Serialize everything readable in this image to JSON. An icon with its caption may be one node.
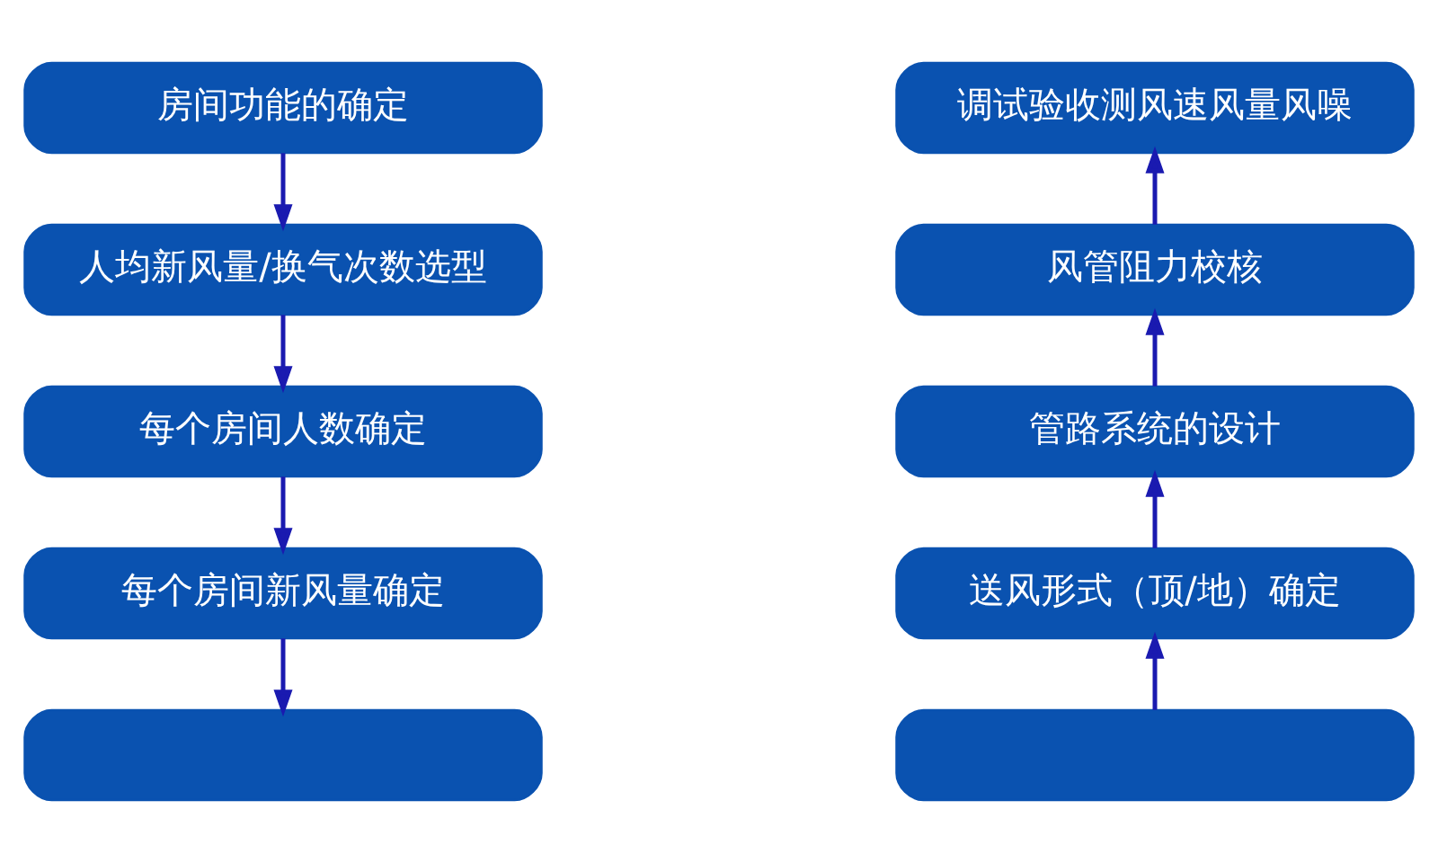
{
  "diagram": {
    "nodes": [
      {
        "text": [
          "房间功能的确定"
        ]
      },
      {
        "text": [
          "人均新风量/换气次数选型"
        ]
      },
      {
        "text": [
          "每个房间人数确定"
        ]
      },
      {
        "text": [
          "每个房间新风量确定"
        ]
      },
      {
        "text": [],
        "shape": "box"
      },
      {
        "text": [
          "调试验收测风速风量风噪"
        ]
      },
      {
        "text": [
          "风管阻力校核"
        ]
      },
      {
        "text": [
          "管路系统的设计"
        ]
      },
      {
        "text": [
          "送风形式（顶/地）确定"
        ]
      },
      {
        "text": [],
        "shape": "box"
      }
    ],
    "edges": [
      {
        "from": 0,
        "to": 1,
        "arrow": "to"
      },
      {
        "from": 1,
        "to": 2,
        "arrow": "to"
      },
      {
        "from": 2,
        "to": 3,
        "arrow": "to"
      },
      {
        "from": 3,
        "to": 4,
        "arrow": "to"
      },
      {
        "from": 9,
        "to": 8,
        "arrow": "to"
      },
      {
        "from": 8,
        "to": 7,
        "arrow": "to"
      },
      {
        "from": 7,
        "to": 6,
        "arrow": "to"
      },
      {
        "from": 6,
        "to": 5,
        "arrow": "to"
      }
    ]
  }
}
